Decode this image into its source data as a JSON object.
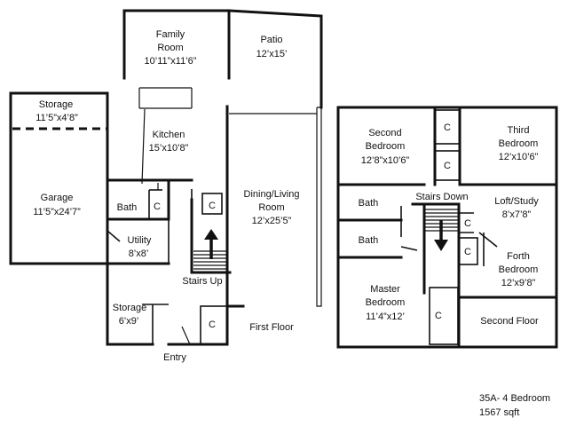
{
  "first_floor": {
    "label": "First Floor",
    "family_room": {
      "name1": "Family",
      "name2": "Room",
      "size": "10’11”x11’6”"
    },
    "patio": {
      "name": "Patio",
      "size": "12’x15’"
    },
    "storage_top": {
      "name": "Storage",
      "size": "11’5”x4’8”"
    },
    "kitchen": {
      "name": "Kitchen",
      "size": "15’x10’8”"
    },
    "garage": {
      "name": "Garage",
      "size": "11’5”x24’7”"
    },
    "dining": {
      "name1": "Dining/Living",
      "name2": "Room",
      "size": "12’x25’5”"
    },
    "bath": "Bath",
    "closet": "C",
    "utility": {
      "name": "Utility",
      "size": "8’x8’"
    },
    "stairs_up": "Stairs Up",
    "storage_bottom": {
      "name": "Storage",
      "size": "6’x9’"
    },
    "entry": "Entry"
  },
  "second_floor": {
    "label": "Second Floor",
    "second_bedroom": {
      "name1": "Second",
      "name2": "Bedroom",
      "size": "12’8”x10’6”"
    },
    "third_bedroom": {
      "name1": "Third",
      "name2": "Bedroom",
      "size": "12’x10’6”"
    },
    "bath1": "Bath",
    "bath2": "Bath",
    "stairs_down": "Stairs Down",
    "loft": {
      "name": "Loft/Study",
      "size": "8’x7’8”"
    },
    "forth_bedroom": {
      "name1": "Forth",
      "name2": "Bedroom",
      "size": "12’x9’8”"
    },
    "master_bedroom": {
      "name1": "Master",
      "name2": "Bedroom",
      "size": "11’4”x12’"
    },
    "closet": "C"
  },
  "summary": {
    "model": "35A- 4 Bedroom",
    "area": "1567 sqft"
  }
}
